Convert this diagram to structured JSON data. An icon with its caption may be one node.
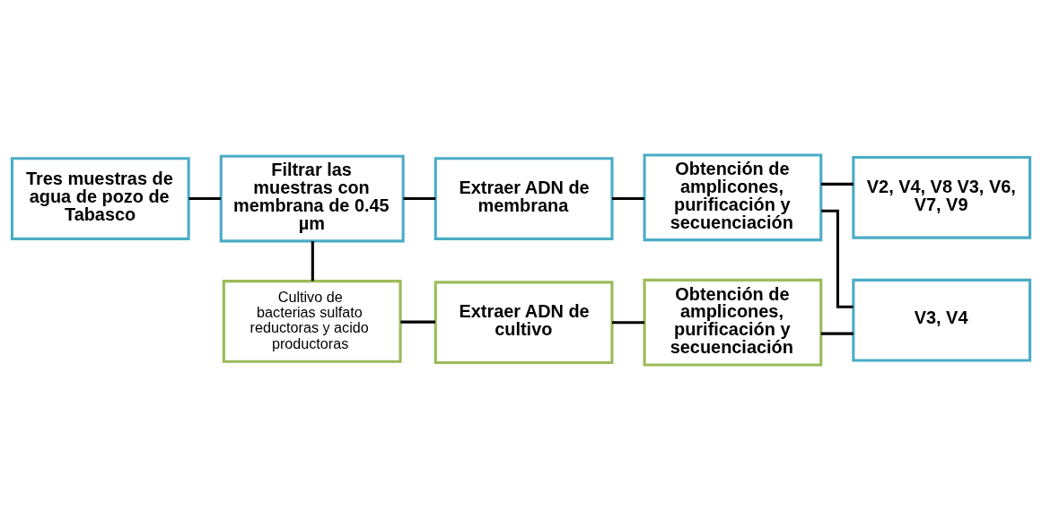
{
  "diagram": {
    "nodes": [
      {
        "text": [
          "Tres muestras de agua de pozo de Tabasco"
        ]
      },
      {
        "text": [
          "Filtrar las muestras con membrana de 0.45 µm"
        ]
      },
      {
        "text": [
          "Extraer ADN de membrana"
        ]
      },
      {
        "text": [
          "Obtención de amplicones, purificación y secuenciación"
        ]
      },
      {
        "text": [
          "V2, V4, V8 V3, V6, V7, V9"
        ]
      },
      {
        "text": [
          "V3, V4"
        ]
      },
      {
        "text": [
          "Cultivo de bacterias sulfato reductoras y acido productoras"
        ]
      },
      {
        "text": [
          "Extraer ADN de cultivo"
        ]
      },
      {
        "text": [
          "Obtención de amplicones, purificación y secuenciación"
        ]
      }
    ],
    "edges": [
      {
        "from": 0,
        "to": 1,
        "arrow": "none"
      },
      {
        "from": 1,
        "to": 2,
        "arrow": "none"
      },
      {
        "from": 2,
        "to": 3,
        "arrow": "none"
      },
      {
        "from": 3,
        "to": 4,
        "arrow": "none"
      },
      {
        "from": 3,
        "to": 5,
        "arrow": "none"
      },
      {
        "from": 1,
        "to": 6,
        "arrow": "none"
      },
      {
        "from": 6,
        "to": 7,
        "arrow": "none"
      },
      {
        "from": 7,
        "to": 8,
        "arrow": "none"
      },
      {
        "from": 8,
        "to": 5,
        "arrow": "none"
      }
    ]
  }
}
